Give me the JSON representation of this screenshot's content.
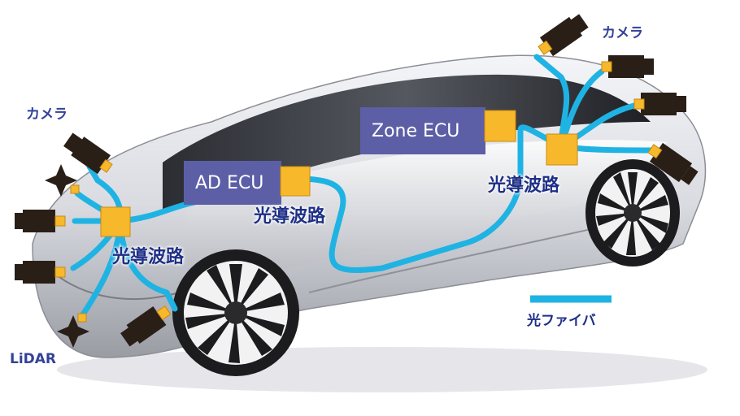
{
  "labels": {
    "ad_ecu": "AD ECU",
    "zone_ecu": "Zone ECU",
    "waveguide_front": "光導波路",
    "waveguide_center": "光導波路",
    "waveguide_rear": "光導波路",
    "camera_front": "カメラ",
    "camera_rear": "カメラ",
    "lidar": "LiDAR",
    "legend_fiber": "光ファイバ"
  },
  "colors": {
    "fiber": "#1fb3e4",
    "node": "#f7b92b",
    "ecu_box": "#5c5fa6",
    "label": "#2b3a8c",
    "device": "#2a1f17"
  }
}
